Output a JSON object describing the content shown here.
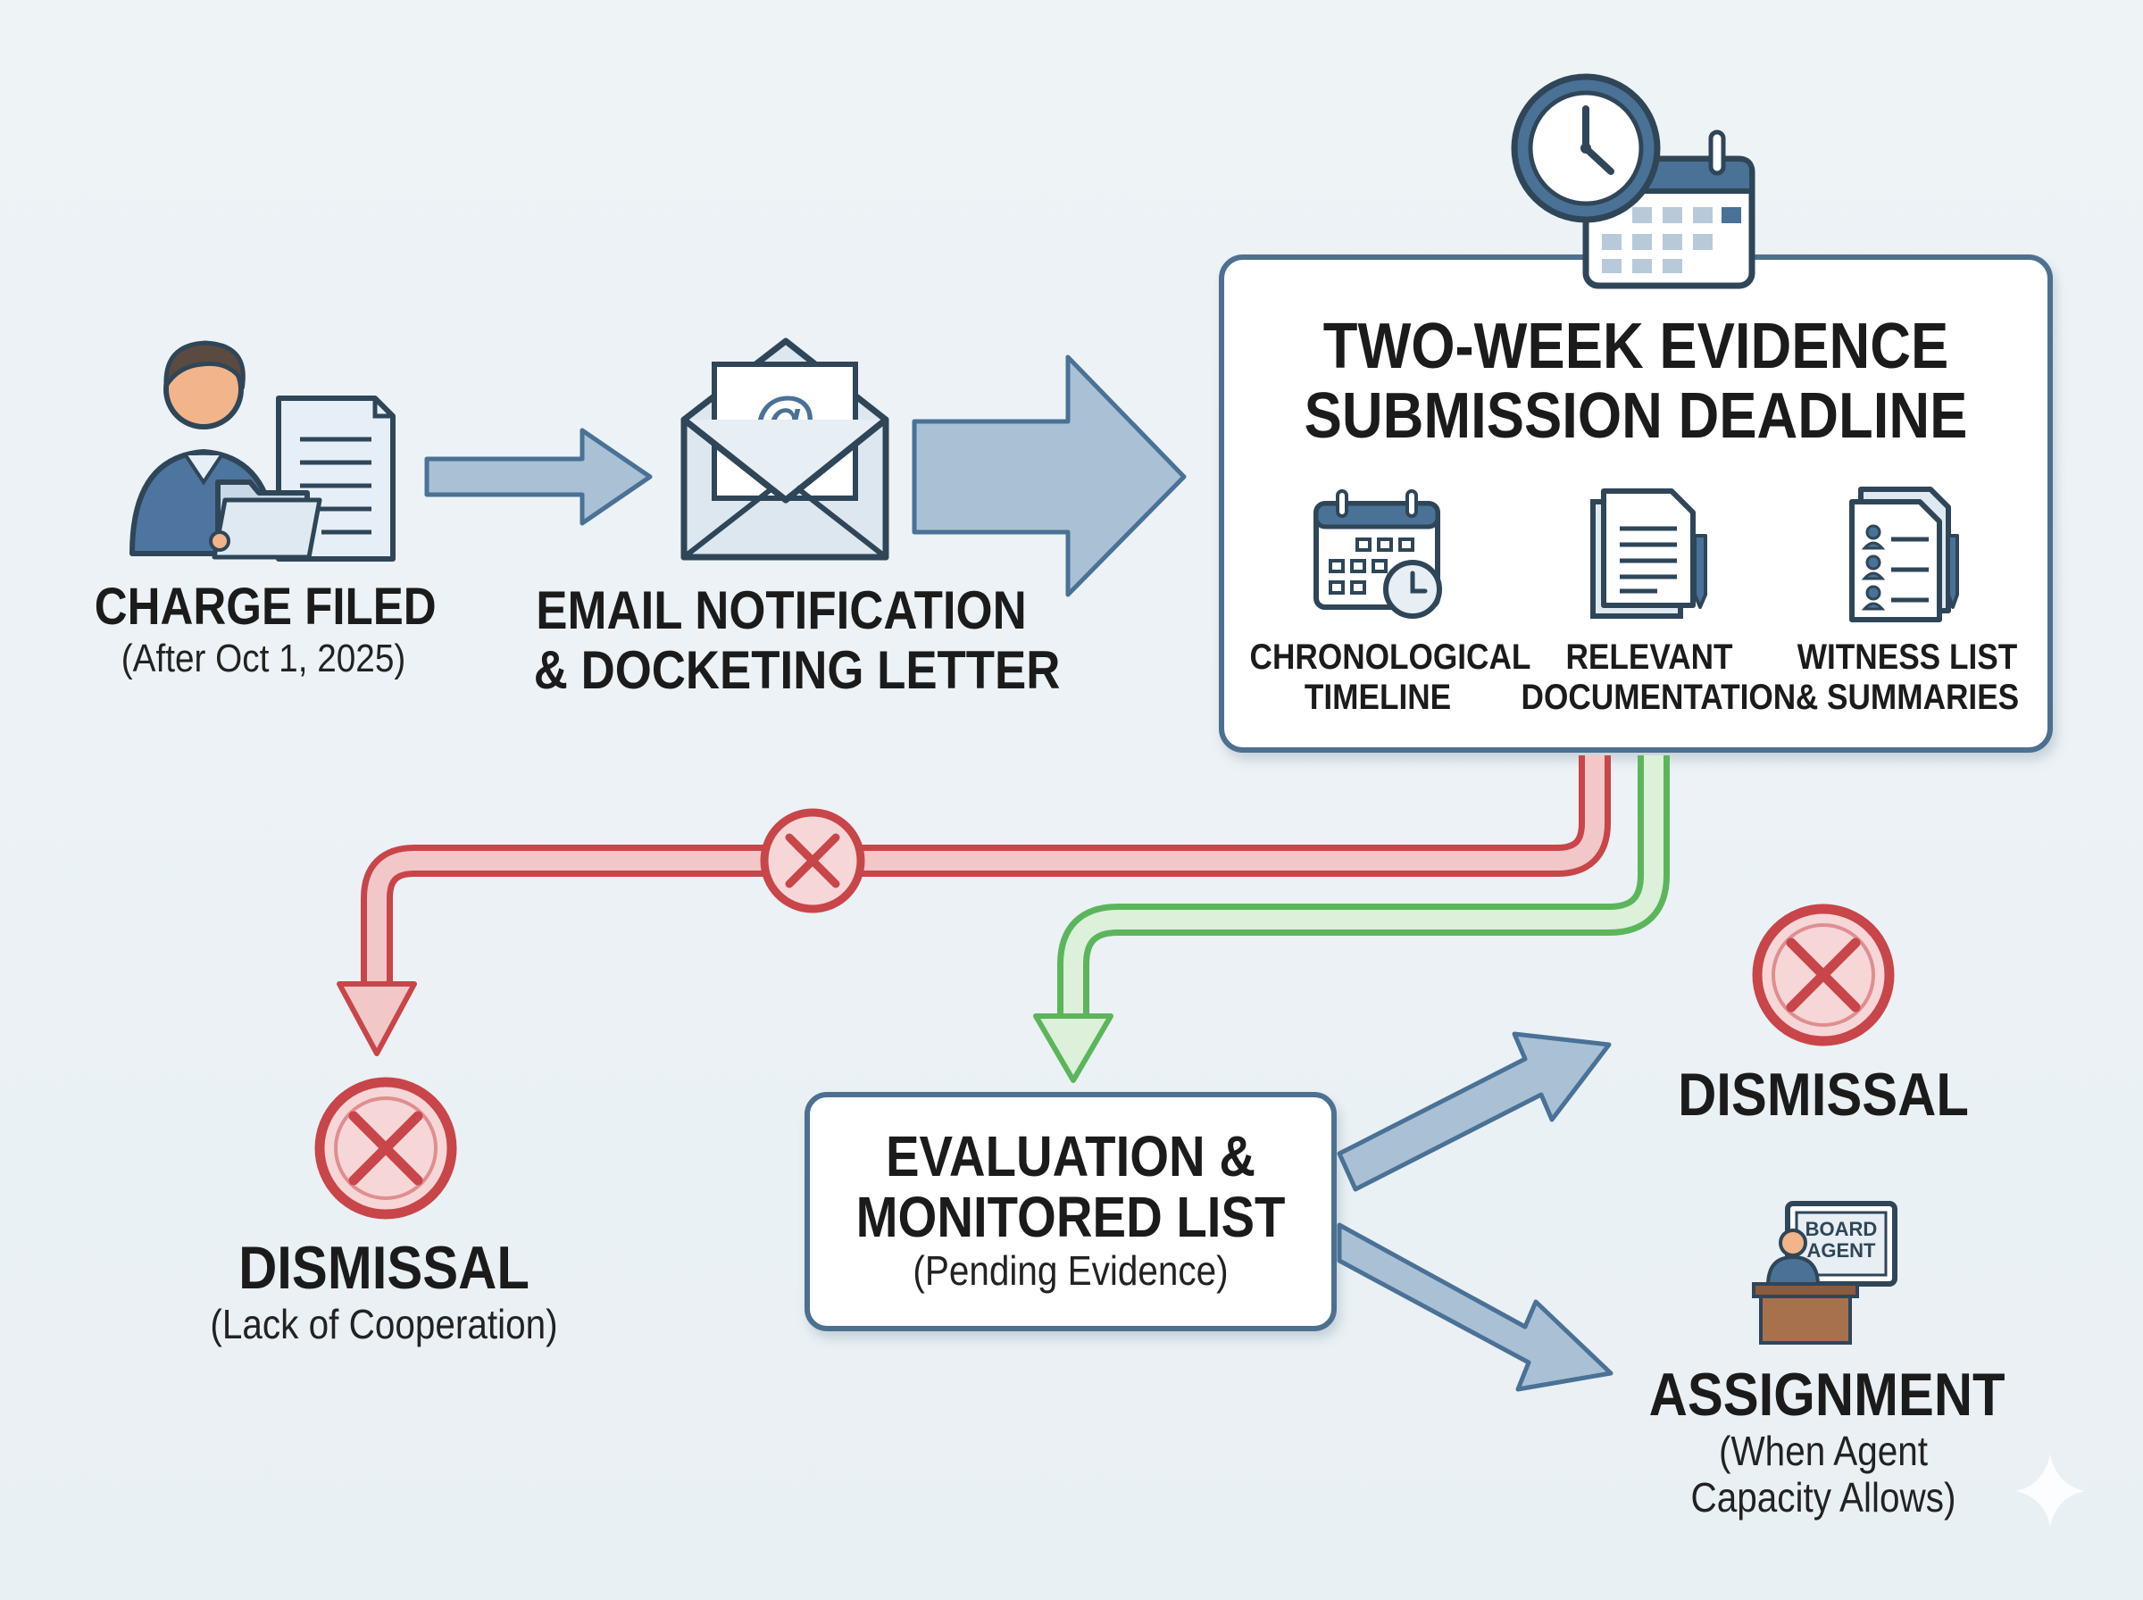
{
  "nodes": {
    "charge_filed": {
      "title": "CHARGE FILED",
      "subtitle": "(After Oct 1, 2025)"
    },
    "email_notification": {
      "line1": "EMAIL NOTIFICATION",
      "line2": "& DOCKETING LETTER",
      "icon_symbol": "@"
    },
    "deadline": {
      "line1": "TWO-WEEK EVIDENCE",
      "line2": "SUBMISSION DEADLINE",
      "items": [
        {
          "line1": "CHRONOLOGICAL",
          "line2": "TIMELINE",
          "icon": "calendar-clock-icon"
        },
        {
          "line1": "RELEVANT",
          "line2": "DOCUMENTATION",
          "icon": "documents-pen-icon"
        },
        {
          "line1": "WITNESS LIST",
          "line2": "& SUMMARIES",
          "icon": "witness-list-icon"
        }
      ]
    },
    "dismissal_cooperation": {
      "title": "DISMISSAL",
      "subtitle": "(Lack of Cooperation)"
    },
    "evaluation": {
      "line1": "EVALUATION &",
      "line2": "MONITORED LIST",
      "subtitle": "(Pending Evidence)"
    },
    "dismissal": {
      "title": "DISMISSAL"
    },
    "assignment": {
      "title": "ASSIGNMENT",
      "subtitle_line1": "(When Agent",
      "subtitle_line2": "Capacity Allows)",
      "sign_line1": "BOARD",
      "sign_line2": "AGENT"
    }
  },
  "colors": {
    "outline": "#2f4658",
    "accent_blue": "#4a7196",
    "arrow_fill": "#aac0d4",
    "reject_red": "#c8454a",
    "accept_green": "#5cb55c"
  }
}
